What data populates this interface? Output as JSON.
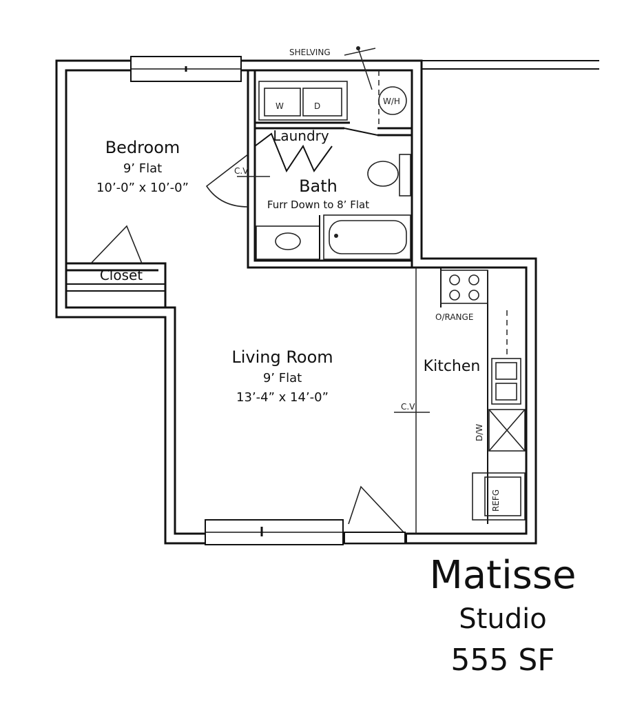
{
  "plan": {
    "rooms": {
      "bedroom": {
        "name": "Bedroom",
        "ceiling": "9’ Flat",
        "dims": "10’-0” x 10’-0”"
      },
      "laundry": {
        "name": "Laundry"
      },
      "bath": {
        "name": "Bath",
        "note": "Furr Down to 8’ Flat"
      },
      "closet": {
        "name": "Closet"
      },
      "living": {
        "name": "Living Room",
        "ceiling": "9’ Flat",
        "dims": "13’-4” x 14’-0”"
      },
      "kitchen": {
        "name": "Kitchen"
      }
    },
    "annotations": {
      "shelving": "SHELVING",
      "water_heater": "W/H",
      "range": "O/RANGE",
      "dishwasher": "D/W",
      "refrigerator": "REFG",
      "ceiling_vent_bedroom": "C.V",
      "ceiling_vent_kitchen": "C.V"
    }
  },
  "title": {
    "name": "Matisse",
    "type": "Studio",
    "area": "555 SF"
  }
}
